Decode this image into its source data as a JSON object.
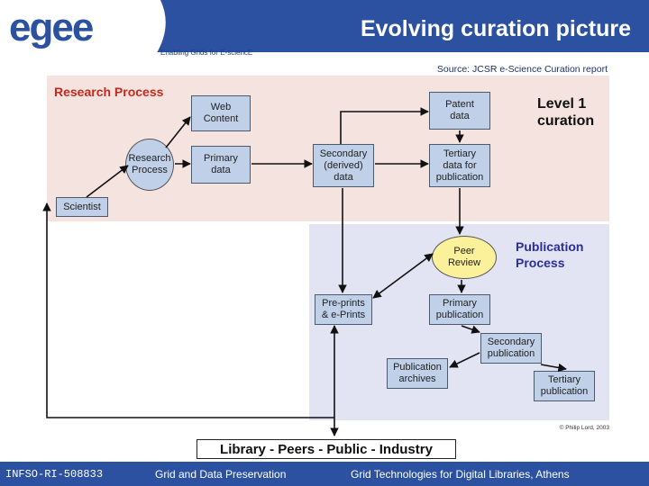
{
  "header": {
    "logo": "egee",
    "tagline": "Enabling Grids for E-sciencE",
    "title": "Evolving curation picture",
    "source": "Source: JCSR e-Science Curation report"
  },
  "zones": {
    "research": "Research Process",
    "level": "Level 1\ncuration",
    "publication": "Publication\nProcess"
  },
  "nodes": {
    "scientist": "Scientist",
    "research_process": "Research\nProcess",
    "web_content": "Web\nContent",
    "primary_data": "Primary\ndata",
    "patent_data": "Patent\ndata",
    "secondary_data": "Secondary\n(derived)\ndata",
    "tertiary_data": "Tertiary\ndata for\npublication",
    "peer_review": "Peer\nReview",
    "preprints": "Pre-prints\n& e-Prints",
    "primary_publication": "Primary\npublication",
    "secondary_publication": "Secondary\npublication",
    "publication_archives": "Publication\narchives",
    "tertiary_publication": "Tertiary\npublication"
  },
  "copyright": "© Philip Lord, 2003",
  "bottom_bar": "Library - Peers - Public - Industry",
  "footer": {
    "code": "INFSO-RI-508833",
    "middle": "Grid and Data Preservation",
    "right": "Grid Technologies for Digital Libraries, Athens"
  },
  "colors": {
    "brand_blue": "#2b51a0",
    "research_bg": "#f5e3df",
    "publication_bg": "#e2e3f3",
    "box_fill": "#bfd0e8",
    "peer_fill": "#fbf19b",
    "research_label": "#c62a1c",
    "publication_label": "#2a2f9a"
  }
}
